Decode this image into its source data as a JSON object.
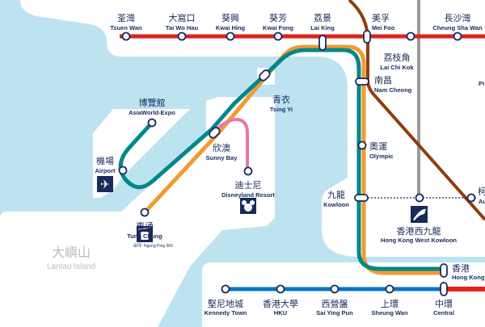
{
  "colors": {
    "water": "#bde3f1",
    "land": "#ffffff",
    "tsuen_wan_line": "#e2231a",
    "tuen_ma_line": "#923c0f",
    "tung_chung_line": "#f39a2e",
    "airport_express": "#00888a",
    "disneyland_line": "#e777a6",
    "island_line": "#0075c2",
    "express_rail": "#9a9a9a",
    "ink": "#1a2a5a"
  },
  "stations": {
    "tsuen_wan": {
      "zh": "荃灣",
      "en": "Tsuen Wan"
    },
    "tai_wo_hau": {
      "zh": "大窩口",
      "en": "Tai Wo Hau"
    },
    "kwai_hing": {
      "zh": "葵興",
      "en": "Kwai Hing"
    },
    "kwai_fong": {
      "zh": "葵芳",
      "en": "Kwai Fong"
    },
    "lai_king": {
      "zh": "荔景",
      "en": "Lai King"
    },
    "mei_foo": {
      "zh": "美孚",
      "en": "Mei Foo"
    },
    "lai_chi_kok": {
      "zh": "荔枝角",
      "en": "Lai Chi Kok"
    },
    "cheung_sha_wan": {
      "zh": "長沙灣",
      "en": "Cheung Sha Wan"
    },
    "prince_edward_partial": {
      "en": "Pr"
    },
    "nam_cheong": {
      "zh": "南昌",
      "en": "Nam Cheong"
    },
    "tsing_yi": {
      "zh": "青衣",
      "en": "Tsing Yi"
    },
    "asiaworld": {
      "zh": "博覽館",
      "en": "AsiaWorld-Expo"
    },
    "airport": {
      "zh": "機場",
      "en": "Airport"
    },
    "sunny_bay": {
      "zh": "欣澳",
      "en": "Sunny Bay"
    },
    "disneyland": {
      "zh": "迪士尼",
      "en": "Disneyland Resort"
    },
    "tung_chung": {
      "zh": "東涌",
      "en": "Tung Chung"
    },
    "ngong_ping": {
      "zh": "昂坪",
      "en": "Ngong Ping 360"
    },
    "olympic": {
      "zh": "奧運",
      "en": "Olympic"
    },
    "kowloon": {
      "zh": "九龍",
      "en": "Kowloon"
    },
    "west_kowloon": {
      "zh": "香港西九龍",
      "en": "Hong Kong West Kowloon"
    },
    "austin_partial": {
      "zh": "柯",
      "en": "Au"
    },
    "hong_kong": {
      "zh": "香港",
      "en": "Hong Kong"
    },
    "kennedy_town": {
      "zh": "堅尼地城",
      "en": "Kennedy Town"
    },
    "hku": {
      "zh": "香港大學",
      "en": "HKU"
    },
    "sai_ying_pun": {
      "zh": "西營盤",
      "en": "Sai Ying Pun"
    },
    "sheung_wan": {
      "zh": "上環",
      "en": "Sheung Wan"
    },
    "central": {
      "zh": "中環",
      "en": "Central"
    }
  },
  "areas": {
    "lantau": {
      "zh": "大嶼山",
      "en": "Lantau Island"
    }
  },
  "icons": [
    "airport-icon",
    "mickey-icon",
    "cable-car-icon",
    "high-speed-rail-icon"
  ]
}
